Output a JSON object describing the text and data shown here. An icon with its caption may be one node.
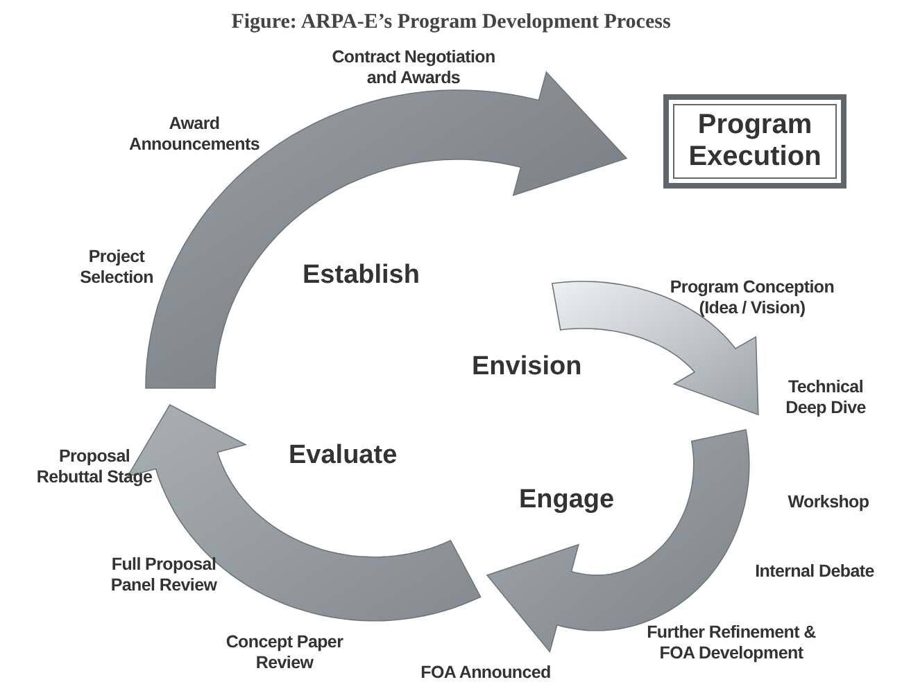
{
  "diagram": {
    "title": "Figure: ARPA-E’s Program Development Process",
    "nodes": [
      {
        "text": [
          "Establish"
        ]
      },
      {
        "text": [
          "Program Execution"
        ]
      },
      {
        "text": [
          "Envision"
        ]
      },
      {
        "text": [
          "Engage"
        ]
      },
      {
        "text": [
          "Evaluate"
        ]
      }
    ],
    "labels": [
      "Contract Negotiation and Awards",
      "Award Announcements",
      "Project Selection",
      "Program Conception (Idea / Vision)",
      "Technical Deep Dive",
      "Proposal Rebuttal Stage",
      "Workshop",
      "Full Proposal Panel Review",
      "Internal Debate",
      "Further Refinement & FOA Development",
      "Concept Paper Review",
      "FOA Announced"
    ]
  }
}
